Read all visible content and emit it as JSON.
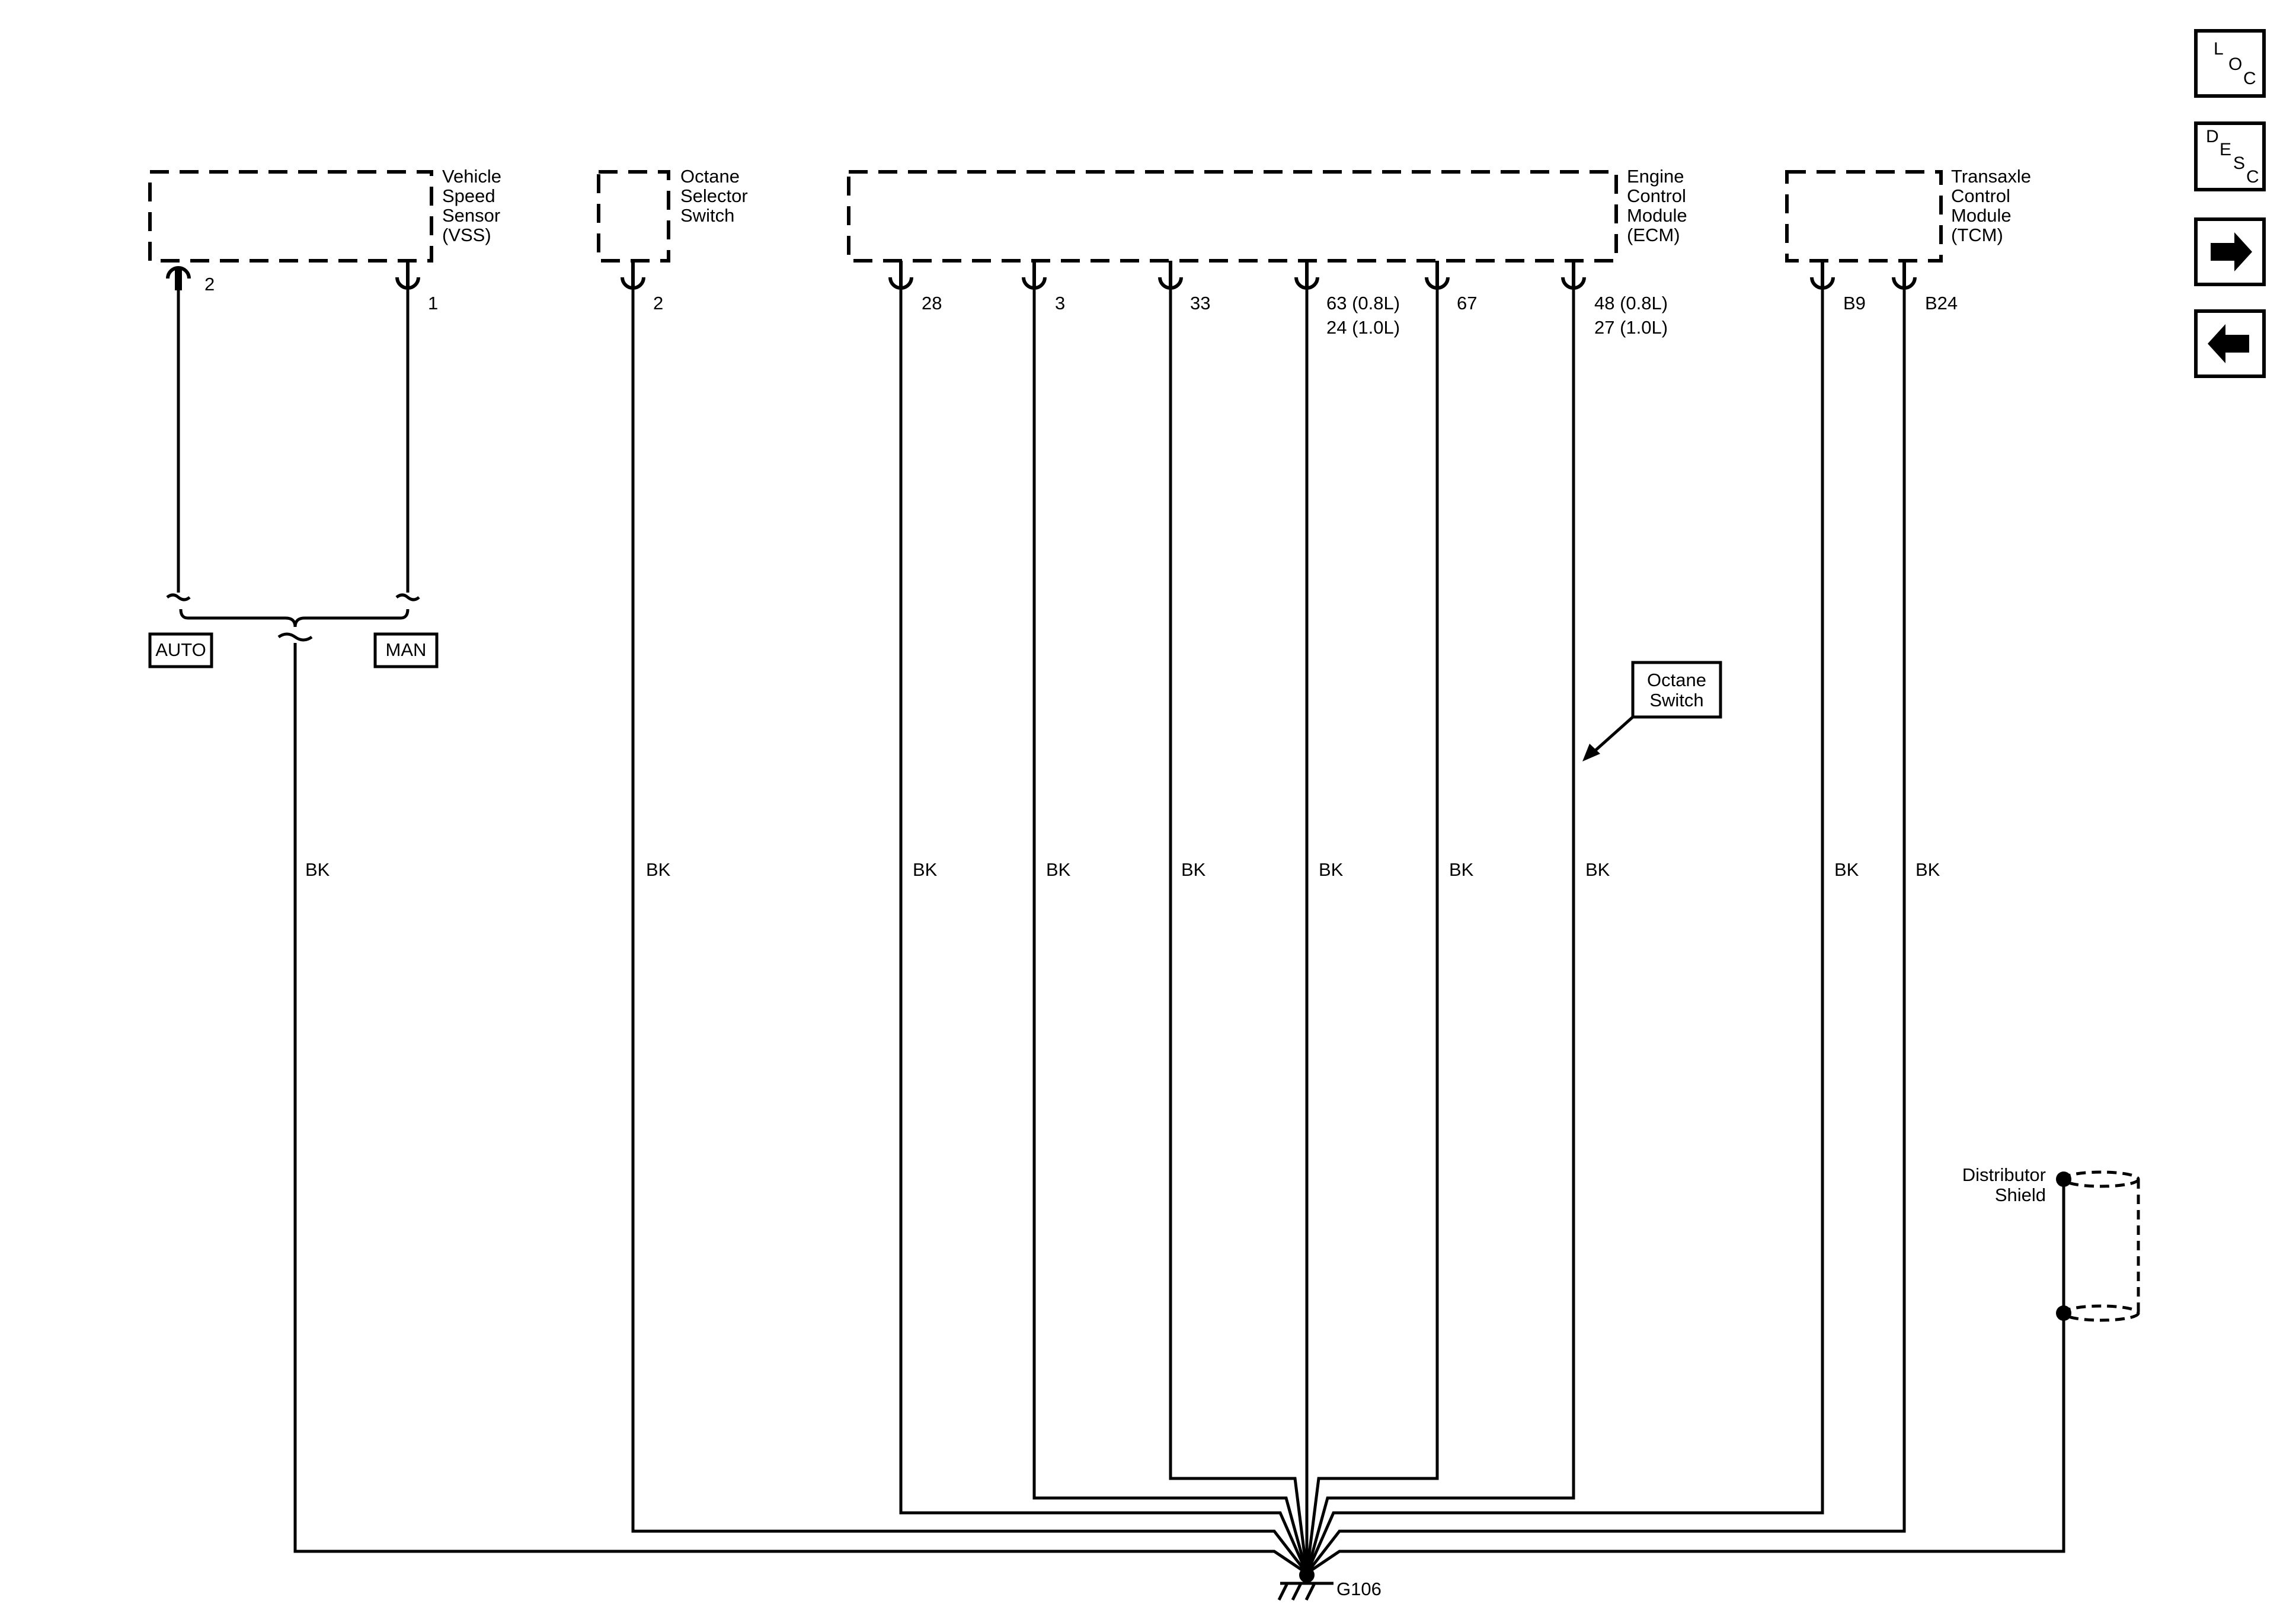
{
  "components": {
    "vss": {
      "name_lines": [
        "Vehicle",
        "Speed",
        "Sensor",
        "(VSS)"
      ],
      "pins": [
        "2",
        "1"
      ]
    },
    "oss": {
      "name_lines": [
        "Octane",
        "Selector",
        "Switch"
      ],
      "pins": [
        "2"
      ]
    },
    "ecm": {
      "name_lines": [
        "Engine",
        "Control",
        "Module",
        "(ECM)"
      ],
      "pins": [
        "28",
        "3",
        "33",
        "63 (0.8L)",
        "24 (1.0L)",
        "67",
        "48 (0.8L)",
        "27 (1.0L)"
      ]
    },
    "tcm": {
      "name_lines": [
        "Transaxle",
        "Control",
        "Module",
        "(TCM)"
      ],
      "pins": [
        "B9",
        "B24"
      ]
    }
  },
  "options": {
    "auto": "AUTO",
    "man": "MAN"
  },
  "callout": {
    "lines": [
      "Octane",
      "Switch"
    ]
  },
  "shield": {
    "lines": [
      "Distributor",
      "Shield"
    ]
  },
  "wire_color": "BK",
  "ground": "G106",
  "nav": {
    "loc": [
      "L",
      "O",
      "C"
    ],
    "desc": [
      "D",
      "E",
      "S",
      "C"
    ]
  }
}
